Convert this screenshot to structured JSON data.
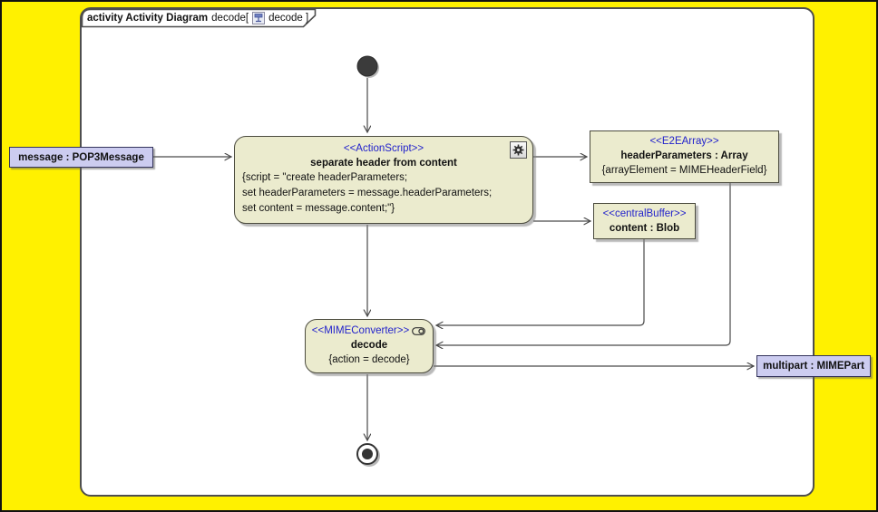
{
  "frame": {
    "title_bold": "activity Activity Diagram",
    "title_pre_icon": "decode[",
    "title_post_icon": "decode ]"
  },
  "nodes": {
    "action_script": {
      "stereotype": "<<ActionScript>>",
      "name": "separate header from content",
      "body": [
        "{script = \"create headerParameters;",
        "set headerParameters = message.headerParameters;",
        "set content = message.content;\"}"
      ]
    },
    "header_parameters": {
      "stereotype": "<<E2EArray>>",
      "name": "headerParameters : Array",
      "constraint": "{arrayElement = MIMEHeaderField}"
    },
    "content_buffer": {
      "stereotype": "<<centralBuffer>>",
      "name": "content : Blob"
    },
    "decode": {
      "stereotype": "<<MIMEConverter>>",
      "name": "decode",
      "constraint": "{action = decode}"
    }
  },
  "labels": {
    "input": "message : POP3Message",
    "output": "multipart : MIMEPart"
  },
  "colors": {
    "canvas": "#FFF100",
    "frame_fill": "#FFFFFF",
    "node_fill": "#EBEBCE",
    "node_border": "#4B4B3E",
    "stereotype_text": "#2222CC",
    "label_fill": "#CCCCF0",
    "edge": "#4A4A4A"
  }
}
